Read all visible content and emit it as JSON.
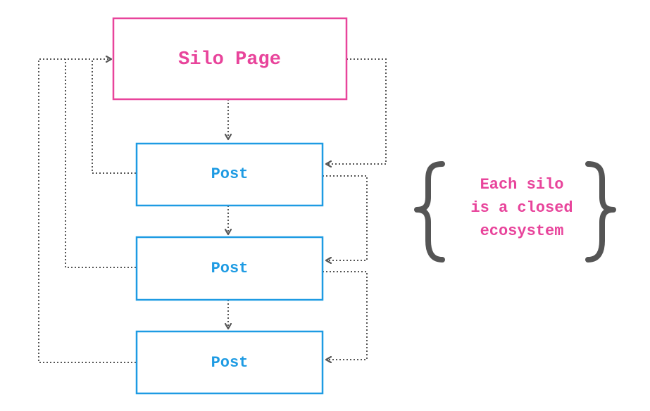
{
  "colors": {
    "silo": "#e8449b",
    "post": "#1e9be3",
    "connector": "#555555",
    "brace": "#555555",
    "note_text": "#e8449b"
  },
  "nodes": {
    "silo": {
      "label": "Silo Page"
    },
    "posts": [
      {
        "label": "Post"
      },
      {
        "label": "Post"
      },
      {
        "label": "Post"
      }
    ]
  },
  "note": {
    "lines": [
      "Each silo",
      "is a closed",
      "ecosystem"
    ]
  }
}
